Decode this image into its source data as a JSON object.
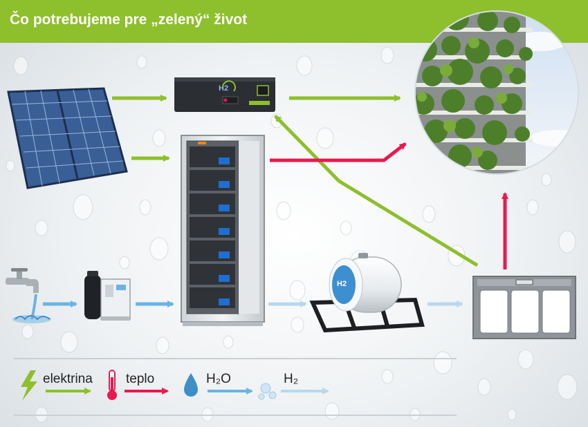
{
  "header": {
    "title": "Čo potrebujeme pre „zelený“ život",
    "color": "#8ebf2c"
  },
  "colors": {
    "electricity": "#8ebf2c",
    "heat": "#e8194f",
    "water": "#6ab4e2",
    "hydrogen": "#b9d8ef"
  },
  "diagram": {
    "battery_logo": "H2",
    "tank_logo": "H2"
  },
  "legend": {
    "electricity_label": "elektrina",
    "heat_label": "teplo",
    "water_label": "H₂O",
    "hydrogen_label": "H₂",
    "electricity_icon": "lightning-bolt-icon",
    "heat_icon": "thermometer-icon",
    "water_icon": "water-drop-icon",
    "hydrogen_icon": "gas-bubbles-icon"
  }
}
